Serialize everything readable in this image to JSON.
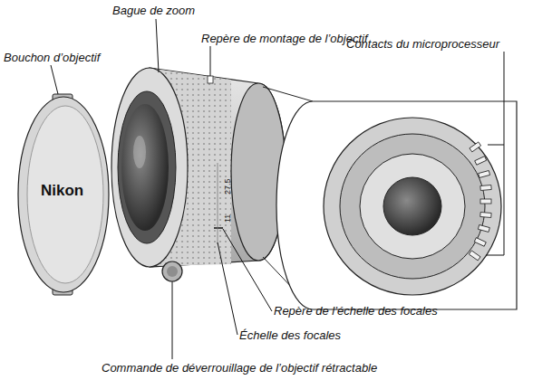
{
  "diagram": {
    "labels": [
      "Bague de zoom",
      "Repère de montage de l’objectif",
      "Contacts du microprocesseur",
      "Bouchon d’objectif",
      "Repère de l’échelle des focales",
      "Échelle des focales",
      "Commande de déverrouillage de l’objectif rétractable",
      "Nikon",
      "11",
      "27.5"
    ]
  }
}
